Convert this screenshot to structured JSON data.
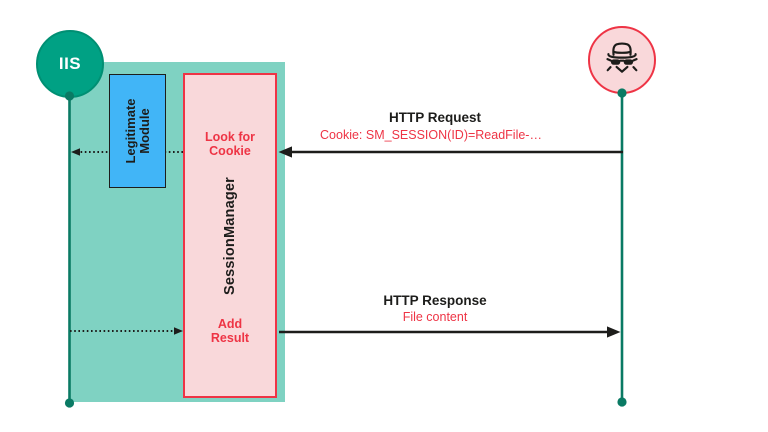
{
  "colors": {
    "teal_actor": "#00a184",
    "teal_actor_border": "#008f73",
    "teal_container": "#7fd2c2",
    "lifeline": "#0a7a64",
    "blue_module": "#41b5f7",
    "pink_fill": "#f9d8da",
    "red_accent": "#ee3445",
    "text_dark": "#1d1d1b"
  },
  "actors": {
    "iis": {
      "label": "IIS"
    },
    "attacker": {
      "icon": "spy-icon"
    }
  },
  "iis_container": {
    "legitimate_module": {
      "label": "Legitimate Module"
    },
    "session_manager": {
      "label": "SessionManager",
      "top_action": "Look for Cookie",
      "bottom_action": "Add Result"
    }
  },
  "messages": {
    "http_request": {
      "title": "HTTP Request",
      "detail": "Cookie: SM_SESSION(ID)=ReadFile-…",
      "direction": "attacker-to-sessionmanager"
    },
    "http_response": {
      "title": "HTTP Response",
      "detail": "File content",
      "direction": "sessionmanager-to-attacker"
    },
    "internal_request": {
      "direction": "sessionmanager-to-iis",
      "style": "dotted"
    },
    "internal_response": {
      "direction": "iis-to-sessionmanager",
      "style": "dotted"
    }
  }
}
